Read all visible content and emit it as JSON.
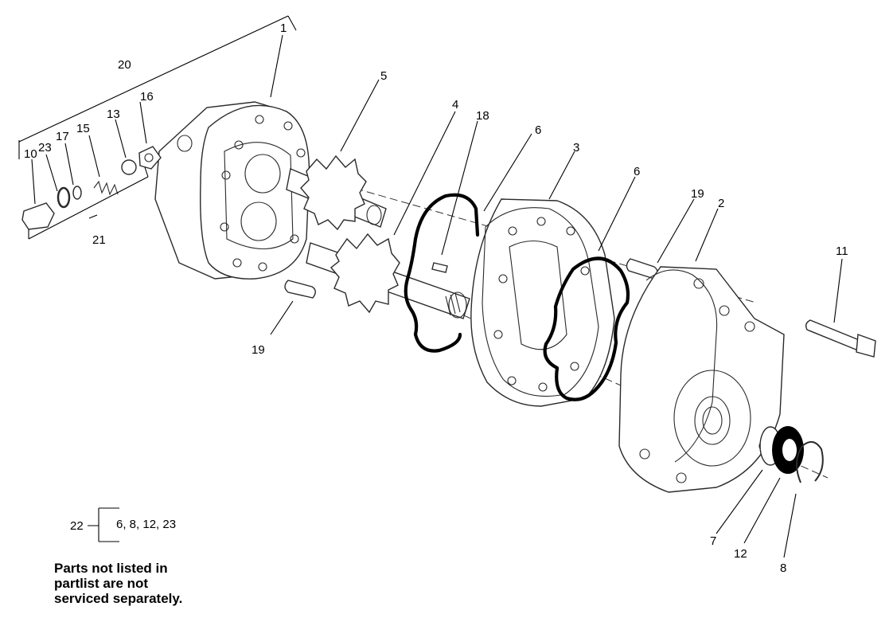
{
  "callouts": {
    "c1": "1",
    "c2": "2",
    "c3": "3",
    "c4": "4",
    "c5": "5",
    "c6a": "6",
    "c6b": "6",
    "c7": "7",
    "c8": "8",
    "c10": "10",
    "c11": "11",
    "c12": "12",
    "c13": "13",
    "c15": "15",
    "c16": "16",
    "c17": "17",
    "c18": "18",
    "c19a": "19",
    "c19b": "19",
    "c20": "20",
    "c21": "21",
    "c22": "22",
    "c23": "23"
  },
  "kit_contents": "6, 8, 12, 23",
  "note": {
    "line1": "Parts not listed in",
    "line2": "partlist are not",
    "line3": "serviced separately."
  }
}
